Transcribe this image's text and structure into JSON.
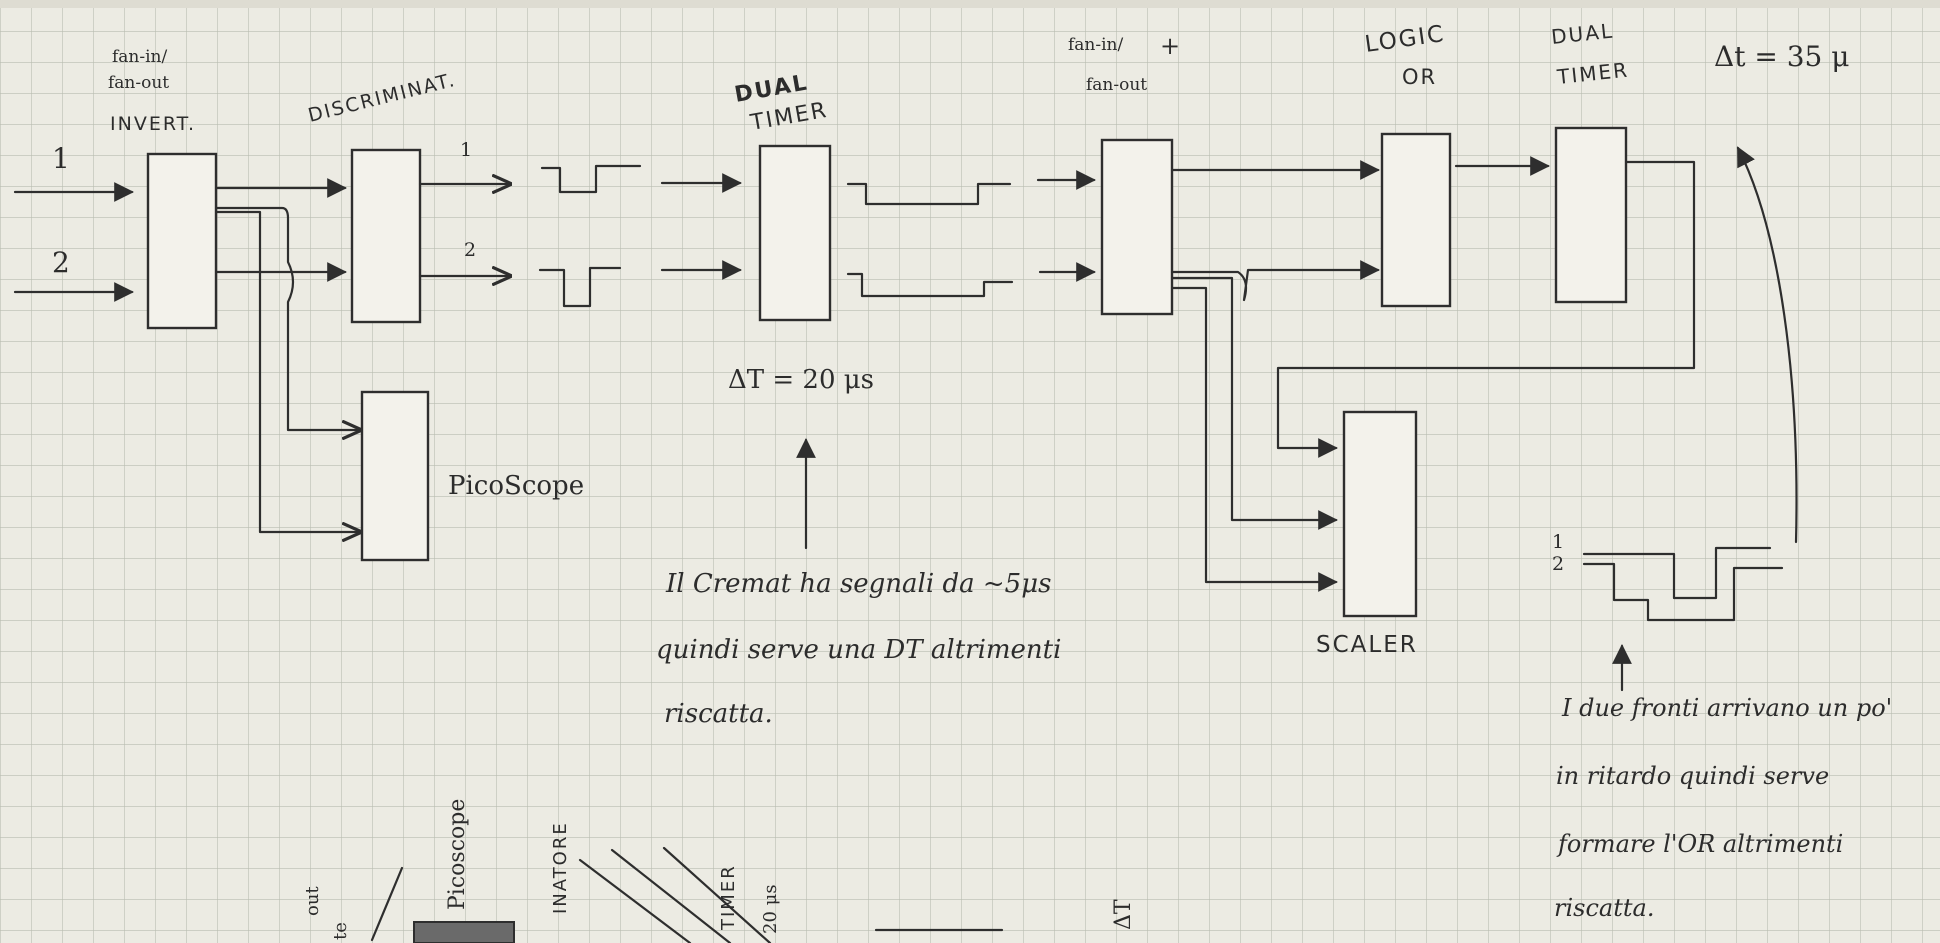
{
  "inputs": {
    "in1": "1",
    "in2": "2"
  },
  "blocks": {
    "fan_invert": {
      "line1": "fan-in/",
      "line2": "fan-out",
      "line3": "INVERT."
    },
    "discriminator": {
      "label": "DISCRIMINAT."
    },
    "disc_outputs": {
      "ch1": "1",
      "ch2": "2"
    },
    "dual_timer_1": {
      "line1": "DUAL",
      "line2": "TIMER"
    },
    "fan_out_2": {
      "line1": "fan-in/",
      "line2": "fan-out",
      "mark": "+"
    },
    "logic_or": {
      "line1": "LOGIC",
      "line2": "OR"
    },
    "dual_timer_2": {
      "line1": "DUAL",
      "line2": "TIMER"
    },
    "picoscope": {
      "label": "PicoScope"
    },
    "scaler": {
      "label": "SCALER"
    }
  },
  "annotations": {
    "delta_t_20": "ΔT = 20 μs",
    "delta_t_35": "Δt = 35 μ",
    "cremat_note": [
      "Il Cremat ha segnali da ~5μs",
      "quindi serve una DT altrimenti",
      "riscatta."
    ],
    "timing_labels": {
      "ch1": "1",
      "ch2": "2"
    },
    "or_note": [
      "I due fronti arrivano un po'",
      "in ritardo quindi serve",
      "formare l'OR altrimenti",
      "riscatta."
    ]
  },
  "bottom_sketch": {
    "labels": [
      "out",
      "te",
      "Picoscope",
      "INATORE",
      "TIMER",
      "20 μs",
      "ΔT"
    ]
  }
}
